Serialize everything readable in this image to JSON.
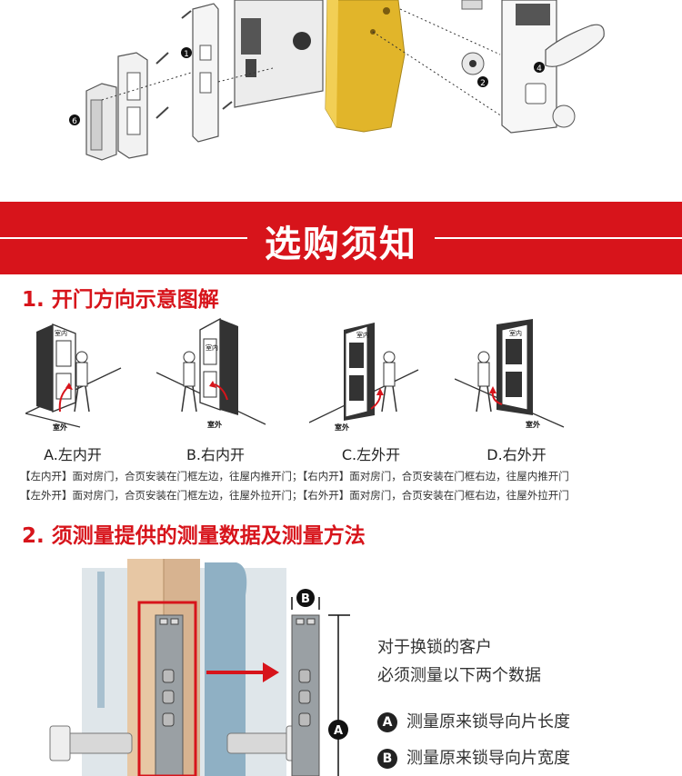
{
  "top_diagram": {
    "part_numbers": [
      "1",
      "2",
      "4",
      "6"
    ]
  },
  "banner": {
    "title": "选购须知"
  },
  "section1": {
    "title": "1. 开门方向示意图解",
    "indoor_label": "室内",
    "outdoor_label": "室外",
    "options": [
      {
        "label": "A.左内开"
      },
      {
        "label": "B.右内开"
      },
      {
        "label": "C.左外开"
      },
      {
        "label": "D.右外开"
      }
    ],
    "notes": [
      "【左内开】面对房门，合页安装在门框左边，往屋内推开门；【右内开】面对房门，合页安装在门框右边，往屋内推开门",
      "【左外开】面对房门，合页安装在门框左边，往屋外拉开门；【右外开】面对房门，合页安装在门框右边，往屋外拉开门"
    ]
  },
  "section2": {
    "title": "2. 须测量提供的测量数据及测量方法",
    "intro_line1": "对于换锁的客户",
    "intro_line2": "必须测量以下两个数据",
    "item_a_marker": "A",
    "item_a_text": "测量原来锁导向片长度",
    "item_b_marker": "B",
    "item_b_text": "测量原来锁导向片宽度"
  },
  "colors": {
    "brand_red": "#d7141b",
    "door_gold": "#e1b52a"
  }
}
